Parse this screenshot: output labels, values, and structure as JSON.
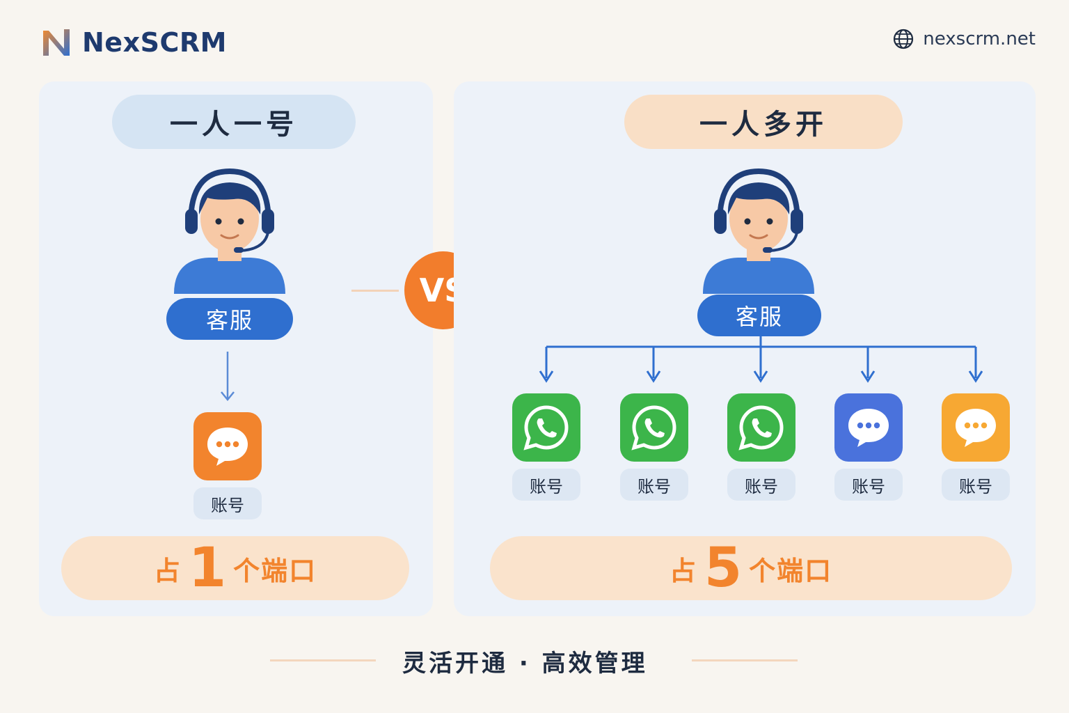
{
  "brand": {
    "name": "NexSCRM"
  },
  "site": {
    "url": "nexscrm.net"
  },
  "left": {
    "title": "一人一号",
    "agent_label": "客服",
    "account_label": "账号",
    "quota": {
      "prefix": "占",
      "number": "1",
      "suffix": "个端口"
    }
  },
  "vs": "VS",
  "right": {
    "title": "一人多开",
    "agent_label": "客服",
    "accounts": [
      {
        "icon": "whatsapp-icon",
        "label": "账号",
        "color": "#3cb54a"
      },
      {
        "icon": "whatsapp-icon",
        "label": "账号",
        "color": "#3cb54a"
      },
      {
        "icon": "whatsapp-icon",
        "label": "账号",
        "color": "#3cb54a"
      },
      {
        "icon": "chat-bubble-icon",
        "label": "账号",
        "color": "#4a72dc"
      },
      {
        "icon": "chat-bubble-icon",
        "label": "账号",
        "color": "#f7a833"
      }
    ],
    "quota": {
      "prefix": "占",
      "number": "5",
      "suffix": "个端口"
    }
  },
  "footer": {
    "tagline": "灵活开通 · 高效管理"
  },
  "colors": {
    "accent_orange": "#f27d2c",
    "primary_blue": "#2f6fcf",
    "left_app": "#f2842d"
  }
}
